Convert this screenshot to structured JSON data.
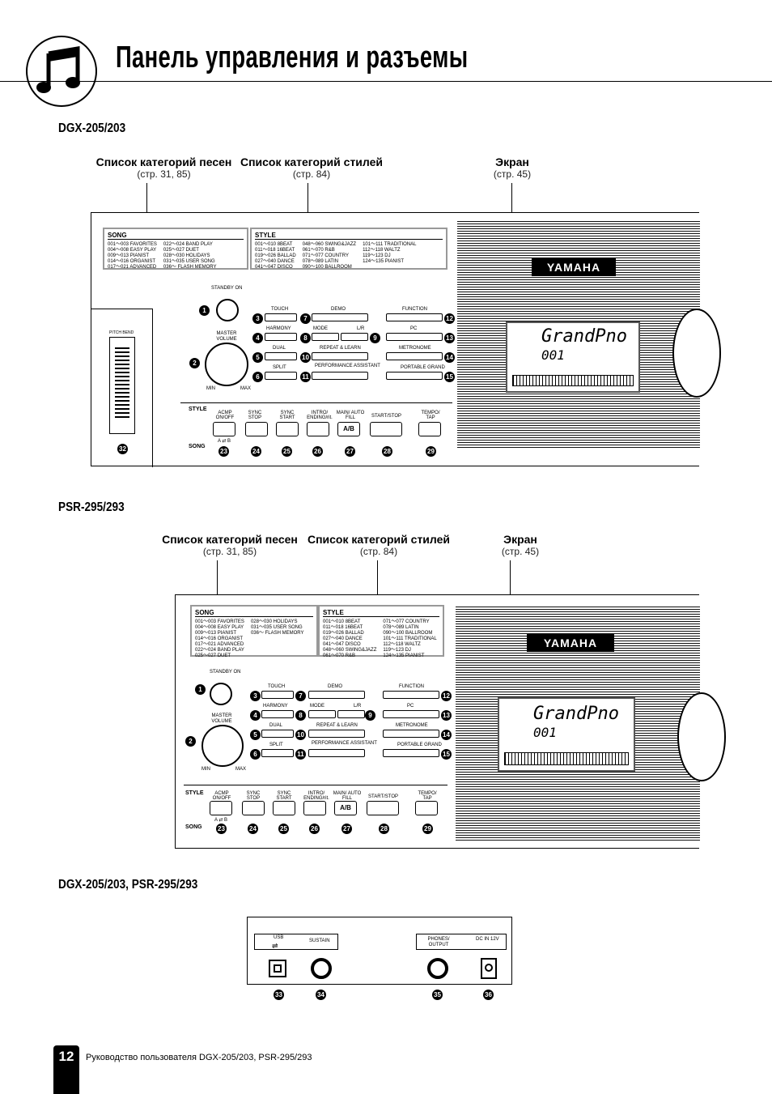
{
  "page": {
    "title": "Панель управления и разъемы",
    "footer_page": "12",
    "footer_text": "Руководство пользователя DGX-205/203, PSR-295/293"
  },
  "section1": {
    "heading": "DGX-205/203",
    "callout_song": {
      "title": "Список категорий песен",
      "page": "(стр. 31, 85)"
    },
    "callout_style": {
      "title": "Список категорий стилей",
      "page": "(стр. 84)"
    },
    "callout_screen": {
      "title": "Экран",
      "page": "(стр. 45)"
    }
  },
  "section2": {
    "heading": "PSR-295/293",
    "callout_song": {
      "title": "Список категорий песен",
      "page": "(стр. 31, 85)"
    },
    "callout_style": {
      "title": "Список категорий стилей",
      "page": "(стр. 84)"
    },
    "callout_screen": {
      "title": "Экран",
      "page": "(стр. 45)"
    }
  },
  "section3": {
    "heading": "DGX-205/203, PSR-295/293",
    "usb": "USB",
    "sustain": "SUSTAIN",
    "phones": "PHONES/ OUTPUT",
    "dcin": "DC IN 12V",
    "numbers": [
      "33",
      "34",
      "35",
      "36"
    ]
  },
  "panel": {
    "song_label": "SONG",
    "style_label": "STYLE",
    "song_list": [
      "001～003 FAVORITES",
      "004～008 EASY PLAY",
      "009～013 PIANIST",
      "014～016 ORGANIST",
      "017～021 ADVANCED",
      "022～024 BAND PLAY",
      "025～027 DUET",
      "028～030 HOLIDAYS",
      "031～035 USER SONG",
      "036～ FLASH MEMORY"
    ],
    "style_list": [
      "001～010 8BEAT",
      "011～018 16BEAT",
      "019～026 BALLAD",
      "027～040 DANCE",
      "041～047 DISCO",
      "048～060 SWING&JAZZ",
      "061～070 R&B",
      "071～077 COUNTRY",
      "078～089 LATIN",
      "090～100 BALLROOM",
      "101～111 TRADITIONAL",
      "112～118 WALTZ",
      "119～123 DJ",
      "124～135 PIANIST"
    ],
    "standby": "STANDBY ON",
    "master_volume": "MASTER VOLUME",
    "min": "MIN",
    "max": "MAX",
    "pitch_bend": "PITCH BEND",
    "buttons": [
      "TOUCH",
      "DEMO",
      "FUNCTION",
      "HARMONY",
      "MODE",
      "L/R",
      "PC",
      "DUAL",
      "REPEAT & LEARN",
      "METRONOME",
      "SPLIT",
      "PERFORMANCE ASSISTANT",
      "PORTABLE GRAND"
    ],
    "style_buttons": [
      "ACMP ON/OFF",
      "SYNC STOP",
      "SYNC START",
      "INTRO/ ENDING/rit.",
      "MAIN/ AUTO FILL",
      "START/STOP",
      "TEMPO/ TAP"
    ],
    "ab": "A/B",
    "ab_label": "A ⇄ B",
    "display_text": "GrandPno",
    "display_num": "001",
    "brand": "YAMAHA",
    "left_numbers": [
      "1",
      "2",
      "3",
      "4",
      "5",
      "6"
    ],
    "mid_numbers": [
      "7",
      "8",
      "9",
      "10",
      "11"
    ],
    "right_numbers": [
      "12",
      "13",
      "14",
      "15"
    ],
    "bottom_numbers": [
      "23",
      "24",
      "25",
      "26",
      "27",
      "28",
      "29"
    ],
    "pitch_number": "32"
  }
}
